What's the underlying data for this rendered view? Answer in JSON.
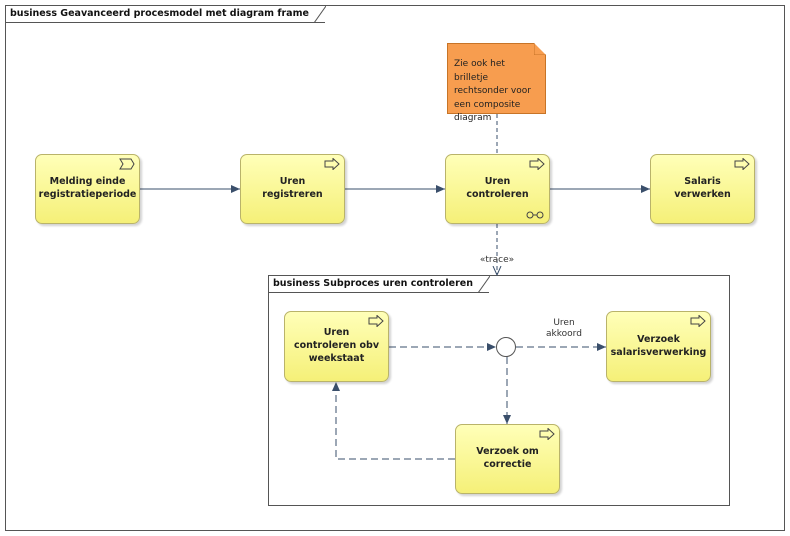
{
  "diagram": {
    "title": "business Geavanceerd procesmodel met diagram frame",
    "note": "Zie ook het brilletje rechtsonder voor een composite diagram",
    "nodes": {
      "melding": "Melding einde registratieperiode",
      "registreren": "Uren registreren",
      "controleren": "Uren controleren",
      "salaris": "Salaris verwerken"
    },
    "trace_label": "«trace»",
    "subprocess": {
      "title": "business Subproces uren controleren",
      "nodes": {
        "obv_weekstaat": "Uren controleren obv weekstaat",
        "verzoek_salaris": "Verzoek salarisverwerking",
        "verzoek_correctie": "Verzoek om correctie"
      },
      "flow_label": "Uren akkoord"
    }
  }
}
